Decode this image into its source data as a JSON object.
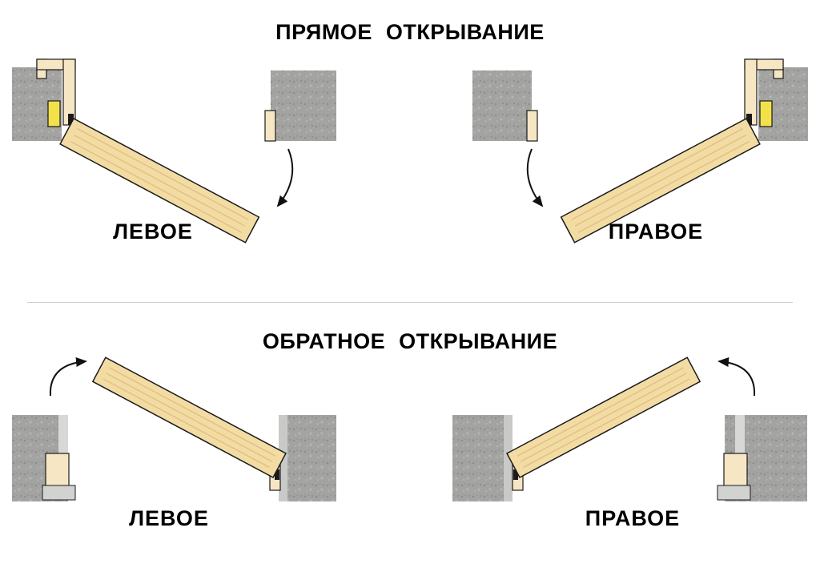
{
  "titles": {
    "direct": "ПРЯМОЕ ОТКРЫВАНИЕ",
    "reverse": "ОБРАТНОЕ ОТКРЫВАНИЕ"
  },
  "labels": {
    "direct_left": "ЛЕВОЕ",
    "direct_right": "ПРАВОЕ",
    "reverse_left": "ЛЕВОЕ",
    "reverse_right": "ПРАВОЕ"
  },
  "colors": {
    "background": "#ffffff",
    "wall_gray": "#a3a3a1",
    "wall_strip_light": "#d8d8d6",
    "wall_strip_mid": "#c9c9c7",
    "door_wood": "#f3dca4",
    "door_stripe": "#e2c384",
    "frame_beige": "#f6e6c4",
    "accent_yellow": "#f3e14c",
    "sill_gray": "#d2d2d0",
    "hardware_black": "#1a1a1a",
    "outline": "#000000",
    "divider": "#cfcfcf"
  },
  "diagram": {
    "type": "door-swing-schematic",
    "sections": [
      {
        "title": "ПРЯМОЕ ОТКРЫВАНИЕ",
        "variants": [
          "ЛЕВОЕ",
          "ПРАВОЕ"
        ]
      },
      {
        "title": "ОБРАТНОЕ ОТКРЫВАНИЕ",
        "variants": [
          "ЛЕВОЕ",
          "ПРАВОЕ"
        ]
      }
    ]
  }
}
